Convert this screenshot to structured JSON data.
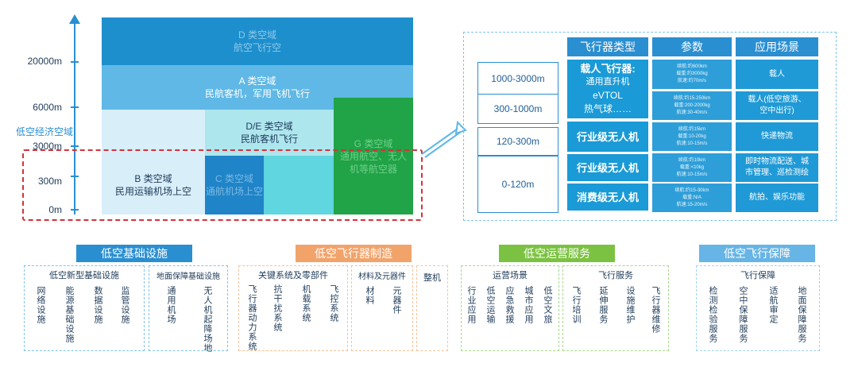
{
  "altitudes": {
    "a20000": "20000m",
    "a6000": "6000m",
    "a3000": "3000m",
    "a300": "300m",
    "a0": "0m",
    "low_air": "低空经济空域"
  },
  "zones": {
    "top_line1": "D 类空域",
    "top_line2": "航空飞行空",
    "a_line1": "A 类空域",
    "a_line2": "民航客机，军用飞机飞行",
    "de_line1": "D/E 类空域",
    "de_line2": "民航客机飞行",
    "b_line1": "B 类空域",
    "b_line2": "民用运输机场上空",
    "c_line1": "C 类空域",
    "c_line2": "通航机场上空",
    "g_line1": "G 类空域",
    "g_line2": "通用航空、无人",
    "g_line3": "机等航空器"
  },
  "panel": {
    "headers": [
      "飞行器类型",
      "参数",
      "应用场景"
    ],
    "altitudes": [
      "1000-3000m",
      "300-1000m",
      "120-300m",
      "0-120m"
    ],
    "types": {
      "manned_lines": [
        "载人飞行器:",
        "通用直升机",
        "eVTOL",
        "热气球……"
      ],
      "industrial1": "行业级无人机",
      "industrial2": "行业级无人机",
      "consumer": "消费级无人机"
    },
    "params": [
      [
        "续航:约600km",
        "载重:约3000kg",
        "航速:约70m/s"
      ],
      [
        "续航:约15-250km",
        "载重:200-2000kg",
        "航速:30-40m/s"
      ],
      [
        "续航:约15km",
        "载重:10-20kg",
        "航速:10-15m/s"
      ],
      [
        "续航:约10km",
        "载重:<10kg",
        "航速:10-15m/s"
      ],
      [
        "续航:约15-30km",
        "载重:N/A",
        "航速:15-20m/s"
      ]
    ],
    "scenes": [
      [
        "载人"
      ],
      [
        "载人(低空旅游、",
        "空中出行)"
      ],
      [
        "快递物流"
      ],
      [
        "即时物流配送、城",
        "市管理、巡检测绘"
      ],
      [
        "航拍、娱乐功能"
      ]
    ]
  },
  "bottom": {
    "infra": {
      "title": "低空基础设施",
      "new_title": "低空新型基础设施",
      "new_items": [
        "网络设施",
        "能源基础设施",
        "数据设施",
        "监管设施"
      ],
      "ground_title": "地面保障基础设施",
      "ground_items": [
        "通用机场",
        "无人机起降场地"
      ]
    },
    "mfg": {
      "title": "低空飞行器制造",
      "key_title": "关键系统及零部件",
      "key_items": [
        "飞行器动力系统",
        "抗干扰系统",
        "机载系统",
        "飞控系统"
      ],
      "mat_title": "材料及元器件",
      "mat_items": [
        "材料",
        "元器件"
      ],
      "whole": "整机"
    },
    "ops": {
      "title": "低空运营服务",
      "scene_title": "运营场景",
      "scene_items": [
        "行业应用",
        "低空运输",
        "应急救援",
        "城市应用",
        "低空文旅"
      ],
      "flight_title": "飞行服务",
      "flight_items": [
        "飞行培训",
        "延伸服务",
        "设施维护",
        "飞行器维修"
      ]
    },
    "guarantee": {
      "title": "低空飞行保障",
      "sub_title": "飞行保障",
      "items": [
        "检测检验服务",
        "空中保障服务",
        "适航审定",
        "地面保障服务"
      ]
    }
  },
  "colors": {
    "blue": "#2a8fd1",
    "red": "#d3333a",
    "orange": "#f2a36a",
    "green": "#7cc242",
    "lightblue": "#67b4e6"
  }
}
